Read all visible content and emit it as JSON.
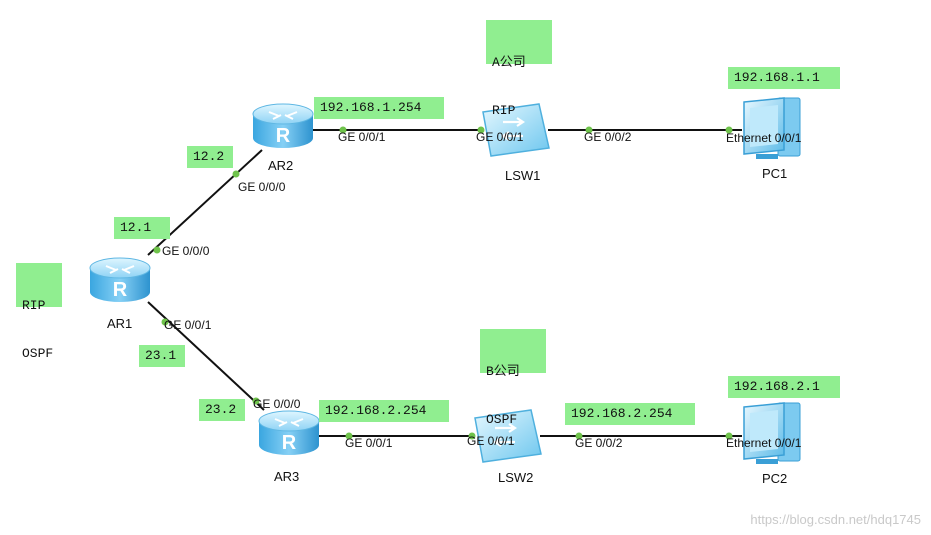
{
  "notes": {
    "company_a": [
      "A公司",
      "RIP"
    ],
    "company_b": [
      "B公司",
      "OSPF"
    ],
    "ar1_protocols": [
      "RIP",
      "OSPF"
    ],
    "ip_ar2_ge001": "192.168.1.254",
    "ip_pc1": "192.168.1.1",
    "ip_ar3_ge001": "192.168.2.254",
    "ip_lsw2_ge002": "192.168.2.254",
    "ip_pc2": "192.168.2.1",
    "ip_ar2_ge000": "12.2",
    "ip_ar1_ge000": "12.1",
    "ip_ar1_ge001": "23.1",
    "ip_ar3_ge000": "23.2"
  },
  "devices": {
    "ar1": "AR1",
    "ar2": "AR2",
    "ar3": "AR3",
    "lsw1": "LSW1",
    "lsw2": "LSW2",
    "pc1": "PC1",
    "pc2": "PC2"
  },
  "ports": {
    "ar2_ge001": "GE 0/0/1",
    "lsw1_ge001": "GE 0/0/1",
    "lsw1_ge002": "GE 0/0/2",
    "pc1_eth": "Ethernet 0/0/1",
    "ar2_ge000": "GE 0/0/0",
    "ar1_ge000": "GE 0/0/0",
    "ar1_ge001": "GE 0/0/1",
    "ar3_ge000": "GE 0/0/0",
    "ar3_ge001": "GE 0/0/1",
    "lsw2_ge001": "GE 0/0/1",
    "lsw2_ge002": "GE 0/0/2",
    "pc2_eth": "Ethernet 0/0/1"
  },
  "colors": {
    "note_bg": "#90ee90",
    "port_dot": "#6fc34b",
    "link": "#111111"
  },
  "watermark": "https://blog.csdn.net/hdq1745"
}
